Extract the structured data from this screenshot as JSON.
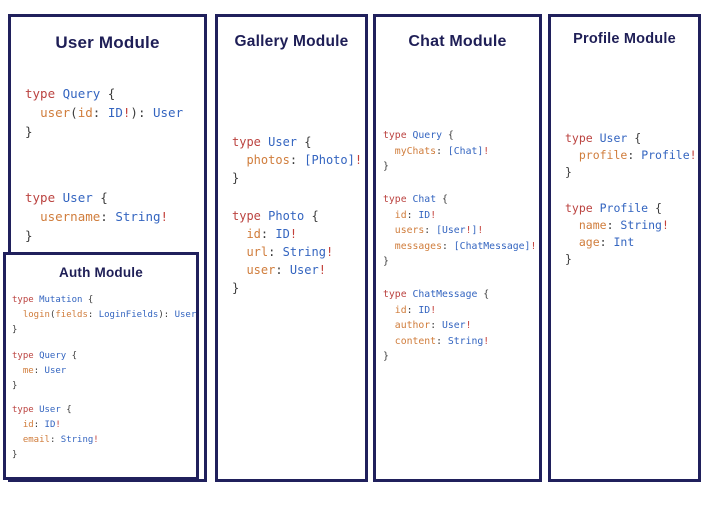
{
  "colors": {
    "border": "#20205c",
    "title": "#1e1e56",
    "k": "#bb4340",
    "t": "#3465c0",
    "f": "#d07d3c",
    "b": "#c3403a",
    "p": "#3d3d3d"
  },
  "modules": [
    {
      "title": "User Module",
      "blocks": [
        {
          "lines": [
            [
              {
                "t": "type ",
                "c": "k"
              },
              {
                "t": "Query ",
                "c": "t"
              },
              {
                "t": "{",
                "c": "p"
              }
            ],
            [
              {
                "t": "  ",
                "c": "p"
              },
              {
                "t": "user",
                "c": "f"
              },
              {
                "t": "(",
                "c": "p"
              },
              {
                "t": "id",
                "c": "f"
              },
              {
                "t": ": ",
                "c": "p"
              },
              {
                "t": "ID",
                "c": "t"
              },
              {
                "t": "!",
                "c": "b"
              },
              {
                "t": "): ",
                "c": "p"
              },
              {
                "t": "User",
                "c": "t"
              }
            ],
            [
              {
                "t": "}",
                "c": "p"
              }
            ]
          ]
        },
        {
          "lines": [
            [
              {
                "t": "type ",
                "c": "k"
              },
              {
                "t": "User ",
                "c": "t"
              },
              {
                "t": "{",
                "c": "p"
              }
            ],
            [
              {
                "t": "  ",
                "c": "p"
              },
              {
                "t": "username",
                "c": "f"
              },
              {
                "t": ": ",
                "c": "p"
              },
              {
                "t": "String",
                "c": "t"
              },
              {
                "t": "!",
                "c": "b"
              }
            ],
            [
              {
                "t": "}",
                "c": "p"
              }
            ]
          ]
        }
      ]
    },
    {
      "title": "Gallery Module",
      "blocks": [
        {
          "lines": [
            [
              {
                "t": "type ",
                "c": "k"
              },
              {
                "t": "User ",
                "c": "t"
              },
              {
                "t": "{",
                "c": "p"
              }
            ],
            [
              {
                "t": "  ",
                "c": "p"
              },
              {
                "t": "photos",
                "c": "f"
              },
              {
                "t": ": ",
                "c": "p"
              },
              {
                "t": "[Photo]",
                "c": "t"
              },
              {
                "t": "!",
                "c": "b"
              }
            ],
            [
              {
                "t": "}",
                "c": "p"
              }
            ]
          ]
        },
        {
          "lines": [
            [
              {
                "t": "type ",
                "c": "k"
              },
              {
                "t": "Photo ",
                "c": "t"
              },
              {
                "t": "{",
                "c": "p"
              }
            ],
            [
              {
                "t": "  ",
                "c": "p"
              },
              {
                "t": "id",
                "c": "f"
              },
              {
                "t": ": ",
                "c": "p"
              },
              {
                "t": "ID",
                "c": "t"
              },
              {
                "t": "!",
                "c": "b"
              }
            ],
            [
              {
                "t": "  ",
                "c": "p"
              },
              {
                "t": "url",
                "c": "f"
              },
              {
                "t": ": ",
                "c": "p"
              },
              {
                "t": "String",
                "c": "t"
              },
              {
                "t": "!",
                "c": "b"
              }
            ],
            [
              {
                "t": "  ",
                "c": "p"
              },
              {
                "t": "user",
                "c": "f"
              },
              {
                "t": ": ",
                "c": "p"
              },
              {
                "t": "User",
                "c": "t"
              },
              {
                "t": "!",
                "c": "b"
              }
            ],
            [
              {
                "t": "}",
                "c": "p"
              }
            ]
          ]
        }
      ]
    },
    {
      "title": "Chat Module",
      "blocks": [
        {
          "lines": [
            [
              {
                "t": "type ",
                "c": "k"
              },
              {
                "t": "Query ",
                "c": "t"
              },
              {
                "t": "{",
                "c": "p"
              }
            ],
            [
              {
                "t": "  ",
                "c": "p"
              },
              {
                "t": "myChats",
                "c": "f"
              },
              {
                "t": ": ",
                "c": "p"
              },
              {
                "t": "[Chat]",
                "c": "t"
              },
              {
                "t": "!",
                "c": "b"
              }
            ],
            [
              {
                "t": "}",
                "c": "p"
              }
            ]
          ]
        },
        {
          "lines": [
            [
              {
                "t": "type ",
                "c": "k"
              },
              {
                "t": "Chat ",
                "c": "t"
              },
              {
                "t": "{",
                "c": "p"
              }
            ],
            [
              {
                "t": "  ",
                "c": "p"
              },
              {
                "t": "id",
                "c": "f"
              },
              {
                "t": ": ",
                "c": "p"
              },
              {
                "t": "ID",
                "c": "t"
              },
              {
                "t": "!",
                "c": "b"
              }
            ],
            [
              {
                "t": "  ",
                "c": "p"
              },
              {
                "t": "users",
                "c": "f"
              },
              {
                "t": ": ",
                "c": "p"
              },
              {
                "t": "[User",
                "c": "t"
              },
              {
                "t": "!",
                "c": "b"
              },
              {
                "t": "]",
                "c": "t"
              },
              {
                "t": "!",
                "c": "b"
              }
            ],
            [
              {
                "t": "  ",
                "c": "p"
              },
              {
                "t": "messages",
                "c": "f"
              },
              {
                "t": ": ",
                "c": "p"
              },
              {
                "t": "[ChatMessage]",
                "c": "t"
              },
              {
                "t": "!",
                "c": "b"
              }
            ],
            [
              {
                "t": "}",
                "c": "p"
              }
            ]
          ]
        },
        {
          "lines": [
            [
              {
                "t": "type ",
                "c": "k"
              },
              {
                "t": "ChatMessage ",
                "c": "t"
              },
              {
                "t": "{",
                "c": "p"
              }
            ],
            [
              {
                "t": "  ",
                "c": "p"
              },
              {
                "t": "id",
                "c": "f"
              },
              {
                "t": ": ",
                "c": "p"
              },
              {
                "t": "ID",
                "c": "t"
              },
              {
                "t": "!",
                "c": "b"
              }
            ],
            [
              {
                "t": "  ",
                "c": "p"
              },
              {
                "t": "author",
                "c": "f"
              },
              {
                "t": ": ",
                "c": "p"
              },
              {
                "t": "User",
                "c": "t"
              },
              {
                "t": "!",
                "c": "b"
              }
            ],
            [
              {
                "t": "  ",
                "c": "p"
              },
              {
                "t": "content",
                "c": "f"
              },
              {
                "t": ": ",
                "c": "p"
              },
              {
                "t": "String",
                "c": "t"
              },
              {
                "t": "!",
                "c": "b"
              }
            ],
            [
              {
                "t": "}",
                "c": "p"
              }
            ]
          ]
        }
      ]
    },
    {
      "title": "Profile Module",
      "blocks": [
        {
          "lines": [
            [
              {
                "t": "type ",
                "c": "k"
              },
              {
                "t": "User ",
                "c": "t"
              },
              {
                "t": "{",
                "c": "p"
              }
            ],
            [
              {
                "t": "  ",
                "c": "p"
              },
              {
                "t": "profile",
                "c": "f"
              },
              {
                "t": ": ",
                "c": "p"
              },
              {
                "t": "Profile",
                "c": "t"
              },
              {
                "t": "!",
                "c": "b"
              }
            ],
            [
              {
                "t": "}",
                "c": "p"
              }
            ]
          ]
        },
        {
          "lines": [
            [
              {
                "t": "type ",
                "c": "k"
              },
              {
                "t": "Profile ",
                "c": "t"
              },
              {
                "t": "{",
                "c": "p"
              }
            ],
            [
              {
                "t": "  ",
                "c": "p"
              },
              {
                "t": "name",
                "c": "f"
              },
              {
                "t": ": ",
                "c": "p"
              },
              {
                "t": "String",
                "c": "t"
              },
              {
                "t": "!",
                "c": "b"
              }
            ],
            [
              {
                "t": "  ",
                "c": "p"
              },
              {
                "t": "age",
                "c": "f"
              },
              {
                "t": ": ",
                "c": "p"
              },
              {
                "t": "Int",
                "c": "t"
              }
            ],
            [
              {
                "t": "}",
                "c": "p"
              }
            ]
          ]
        }
      ]
    },
    {
      "title": "Auth Module",
      "blocks": [
        {
          "lines": [
            [
              {
                "t": "type ",
                "c": "k"
              },
              {
                "t": "Mutation ",
                "c": "t"
              },
              {
                "t": "{",
                "c": "p"
              }
            ],
            [
              {
                "t": "  ",
                "c": "p"
              },
              {
                "t": "login",
                "c": "f"
              },
              {
                "t": "(",
                "c": "p"
              },
              {
                "t": "fields",
                "c": "f"
              },
              {
                "t": ": ",
                "c": "p"
              },
              {
                "t": "LoginFields",
                "c": "t"
              },
              {
                "t": "): ",
                "c": "p"
              },
              {
                "t": "User",
                "c": "t"
              }
            ],
            [
              {
                "t": "}",
                "c": "p"
              }
            ]
          ]
        },
        {
          "lines": [
            [
              {
                "t": "type ",
                "c": "k"
              },
              {
                "t": "Query ",
                "c": "t"
              },
              {
                "t": "{",
                "c": "p"
              }
            ],
            [
              {
                "t": "  ",
                "c": "p"
              },
              {
                "t": "me",
                "c": "f"
              },
              {
                "t": ": ",
                "c": "p"
              },
              {
                "t": "User",
                "c": "t"
              }
            ],
            [
              {
                "t": "}",
                "c": "p"
              }
            ]
          ]
        },
        {
          "lines": [
            [
              {
                "t": "type ",
                "c": "k"
              },
              {
                "t": "User ",
                "c": "t"
              },
              {
                "t": "{",
                "c": "p"
              }
            ],
            [
              {
                "t": "  ",
                "c": "p"
              },
              {
                "t": "id",
                "c": "f"
              },
              {
                "t": ": ",
                "c": "p"
              },
              {
                "t": "ID",
                "c": "t"
              },
              {
                "t": "!",
                "c": "b"
              }
            ],
            [
              {
                "t": "  ",
                "c": "p"
              },
              {
                "t": "email",
                "c": "f"
              },
              {
                "t": ": ",
                "c": "p"
              },
              {
                "t": "String",
                "c": "t"
              },
              {
                "t": "!",
                "c": "b"
              }
            ],
            [
              {
                "t": "}",
                "c": "p"
              }
            ]
          ]
        }
      ]
    }
  ]
}
